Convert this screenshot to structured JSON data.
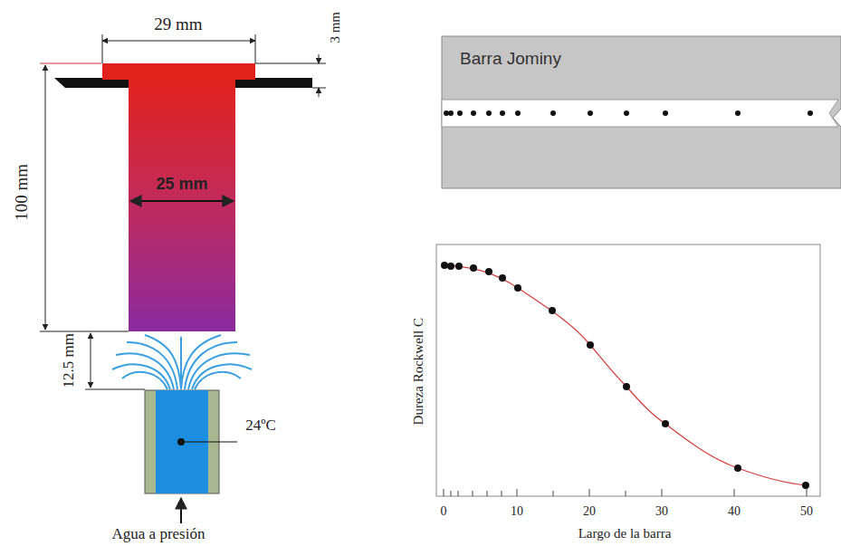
{
  "diagram": {
    "nodes": [
      {
        "text": [
          "Barra Jominy"
        ]
      }
    ],
    "labels": [
      "29 mm",
      "3 mm",
      "100 mm",
      "25 mm",
      "12.5 mm",
      "24ºC",
      "Agua a presión",
      "Dureza Rockwell C",
      "Largo de la barra",
      "0",
      "10",
      "20",
      "30",
      "40",
      "50"
    ]
  }
}
